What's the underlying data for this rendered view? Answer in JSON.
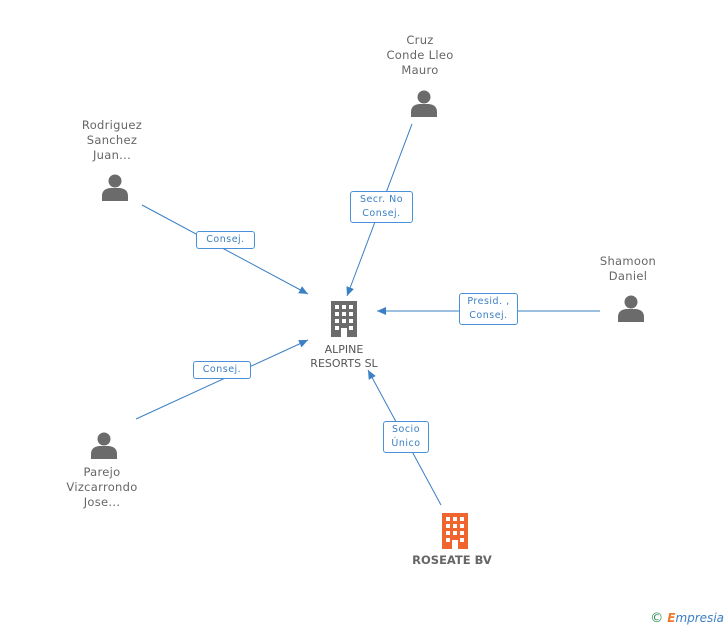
{
  "nodes": {
    "cruz": {
      "lines": [
        "Cruz",
        "Conde Lleo",
        "Mauro"
      ]
    },
    "rodriguez": {
      "lines": [
        "Rodriguez",
        "Sanchez",
        "Juan..."
      ]
    },
    "shamoon": {
      "lines": [
        "Shamoon",
        "Daniel"
      ]
    },
    "parejo": {
      "lines": [
        "Parejo",
        "Vizcarrondo",
        "Jose..."
      ]
    },
    "alpine": {
      "lines": [
        "ALPINE",
        "RESORTS SL"
      ]
    },
    "roseate": {
      "label": "ROSEATE BV"
    }
  },
  "edges": {
    "cruz": {
      "lines": [
        "Secr. No",
        "Consej."
      ]
    },
    "rodriguez": {
      "lines": [
        "Consej."
      ]
    },
    "shamoon": {
      "lines": [
        "Presid. ,",
        "Consej."
      ]
    },
    "parejo": {
      "lines": [
        "Consej."
      ]
    },
    "roseate": {
      "lines": [
        "Socio",
        "Único"
      ]
    }
  },
  "colors": {
    "person": "#6b6b6b",
    "company": "#6b6b6b",
    "focus": "#f0642d",
    "edge": "#3b7fc4"
  },
  "footer": {
    "symbol": "©",
    "brand_initial": "E",
    "brand_rest": "mpresia"
  }
}
